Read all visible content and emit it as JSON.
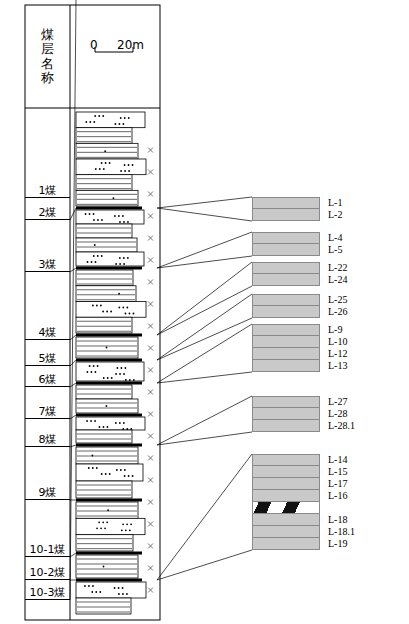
{
  "diagram": {
    "nodes": [
      {
        "text": [
          "煤层名称"
        ]
      },
      {
        "text": [
          "1煤"
        ]
      },
      {
        "text": [
          "2煤"
        ]
      },
      {
        "text": [
          "3煤"
        ]
      },
      {
        "text": [
          "4煤"
        ]
      },
      {
        "text": [
          "5煤"
        ]
      },
      {
        "text": [
          "6煤"
        ]
      },
      {
        "text": [
          "7煤"
        ]
      },
      {
        "text": [
          "8煤"
        ]
      },
      {
        "text": [
          "9煤"
        ]
      },
      {
        "text": [
          "10-1煤"
        ]
      },
      {
        "text": [
          "10-2煤"
        ]
      },
      {
        "text": [
          "10-3煤"
        ]
      },
      {
        "text": [
          "L-1",
          "L-2"
        ]
      },
      {
        "text": [
          "L-4",
          "L-5"
        ]
      },
      {
        "text": [
          "L-22",
          "L-24"
        ]
      },
      {
        "text": [
          "L-25",
          "L-26"
        ]
      },
      {
        "text": [
          "L-9",
          "L-10",
          "L-12",
          "L-13"
        ]
      },
      {
        "text": [
          "L-27",
          "L-28",
          "L-28.1"
        ]
      },
      {
        "text": [
          "L-14",
          "L-15",
          "L-17",
          "L-16",
          "L-18",
          "L-18.1",
          "L-19"
        ]
      }
    ],
    "labels": [
      "0",
      "20m"
    ]
  }
}
